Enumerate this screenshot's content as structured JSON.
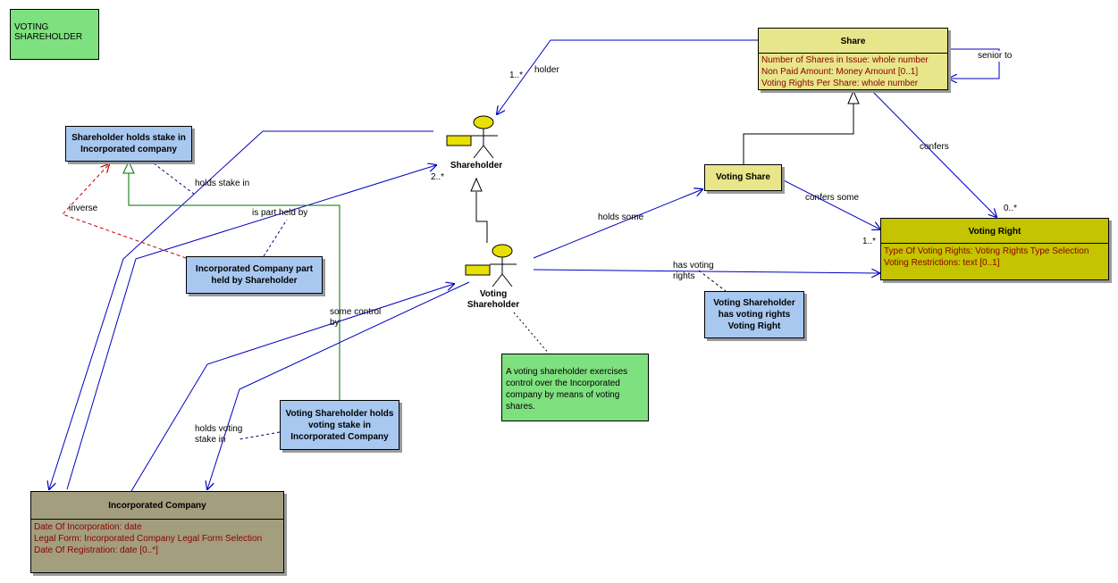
{
  "diagram_title": "VOTING SHAREHOLDER",
  "classes": {
    "share": {
      "name": "Share",
      "attributes": [
        "Number of Shares in Issue:  whole number",
        "Non Paid Amount:  Money Amount [0..1]",
        "Voting Rights Per Share:  whole number"
      ],
      "color": "#e8e68a"
    },
    "voting_right": {
      "name": "Voting Right",
      "attributes": [
        "Type Of Voting Rights:  Voting Rights Type Selection",
        "Voting Restrictions:  text [0..1]"
      ],
      "color": "#c4c400"
    },
    "incorporated_company": {
      "name": "Incorporated Company",
      "attributes": [
        "Date Of Incorporation:  date",
        "Legal Form:  Incorporated Company Legal Form Selection",
        "Date Of Registration:  date [0..*]"
      ],
      "color": "#a39e7e"
    },
    "voting_share": {
      "name": "Voting Share",
      "color": "#e8e68a"
    }
  },
  "actors": {
    "shareholder": {
      "name": "Shareholder"
    },
    "voting_shareholder": {
      "name": "Voting Shareholder"
    }
  },
  "association_classes": {
    "holds_stake": "Shareholder holds stake in Incorporated company",
    "part_held": "Incorporated Company part held by Shareholder",
    "voting_rights": "Voting Shareholder has voting rights Voting Right",
    "voting_stake": "Voting Shareholder holds voting stake in Incorporated Company"
  },
  "notes": {
    "voting_shareholder_note": "A voting shareholder exercises control over the Incorporated company by means of voting shares."
  },
  "labels": {
    "holder": "holder",
    "holder_mult": "1..*",
    "senior_to": "senior to",
    "confers": "confers",
    "confers_mult": "0..*",
    "confers_some": "confers some",
    "holds_some": "holds some",
    "has_voting_rights": "has voting\nrights",
    "voting_right_mult": "1..*",
    "holds_stake_in": "holds stake in",
    "shareholder_mult": "2..*",
    "is_part_held_by": "is part held by",
    "inverse": "inverse",
    "some_control_by": "some control\nby",
    "holds_voting_stake_in": "holds voting\nstake in"
  }
}
